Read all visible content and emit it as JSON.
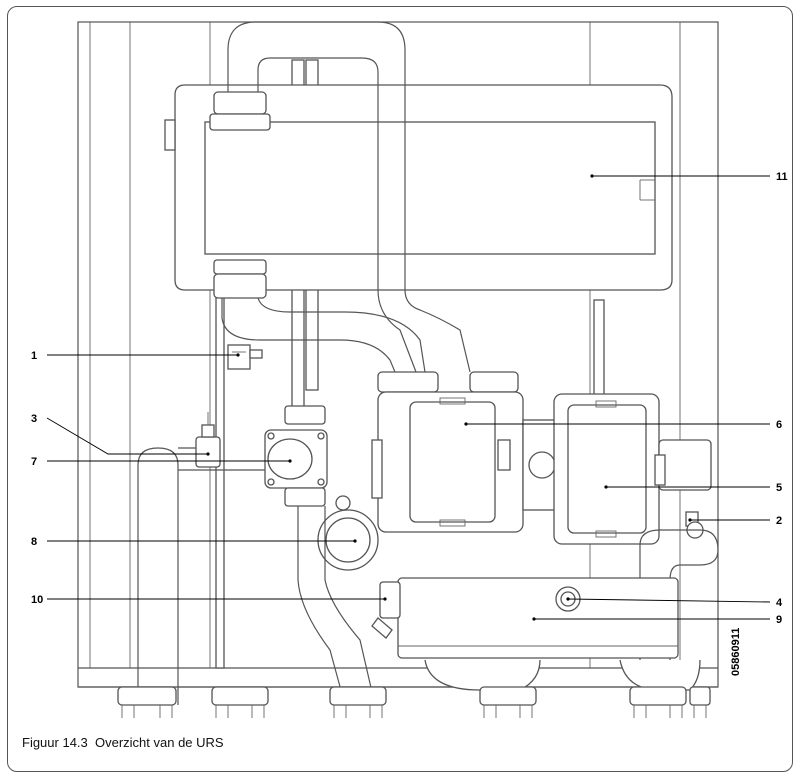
{
  "figure": {
    "caption": "Figuur 14.3  Overzicht van de URS",
    "code": "05860911"
  },
  "callouts": [
    {
      "id": "1",
      "label": "1"
    },
    {
      "id": "2",
      "label": "2"
    },
    {
      "id": "3",
      "label": "3"
    },
    {
      "id": "4",
      "label": "4"
    },
    {
      "id": "5",
      "label": "5"
    },
    {
      "id": "6",
      "label": "6"
    },
    {
      "id": "7",
      "label": "7"
    },
    {
      "id": "8",
      "label": "8"
    },
    {
      "id": "9",
      "label": "9"
    },
    {
      "id": "10",
      "label": "10"
    },
    {
      "id": "11",
      "label": "11"
    }
  ]
}
